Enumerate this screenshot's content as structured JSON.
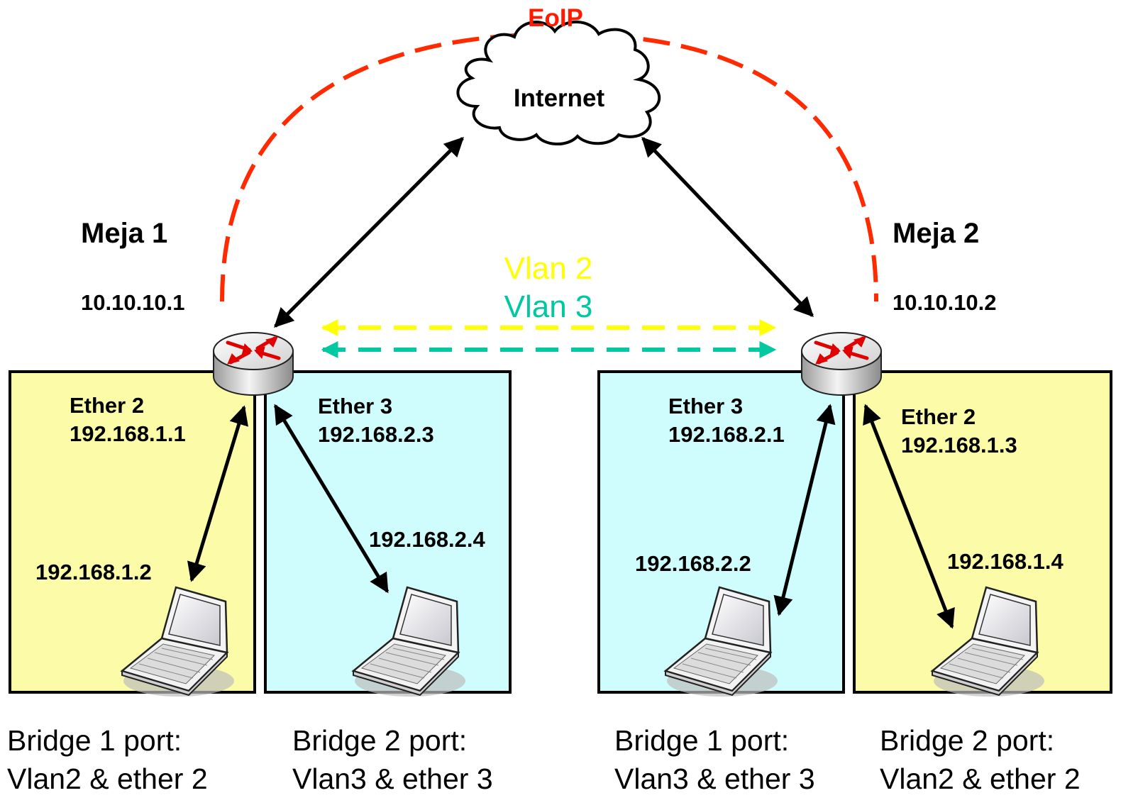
{
  "eoip": {
    "label": "EoIP",
    "color": "#ff2a00"
  },
  "internet": {
    "label": "Internet"
  },
  "meja1": {
    "title": "Meja 1",
    "ip": "10.10.10.1"
  },
  "meja2": {
    "title": "Meja 2",
    "ip": "10.10.10.2"
  },
  "vlans": [
    {
      "label": "Vlan 2",
      "color": "#ffff00"
    },
    {
      "label": "Vlan 3",
      "color": "#00c8a0"
    }
  ],
  "zones": [
    {
      "color": "#fcfca8",
      "iface": "Ether 2",
      "iface_ip": "192.168.1.1",
      "client_ip": "192.168.1.2",
      "bridge": "Bridge 1 port:",
      "ports": "Vlan2 & ether 2"
    },
    {
      "color": "#cffcfc",
      "iface": "Ether 3",
      "iface_ip": "192.168.2.3",
      "client_ip": "192.168.2.4",
      "bridge": "Bridge 2 port:",
      "ports": "Vlan3 & ether 3"
    },
    {
      "color": "#cffcfc",
      "iface": "Ether 3",
      "iface_ip": "192.168.2.1",
      "client_ip": "192.168.2.2",
      "bridge": "Bridge 1 port:",
      "ports": "Vlan3 & ether 3"
    },
    {
      "color": "#fcfca8",
      "iface": "Ether 2",
      "iface_ip": "192.168.1.3",
      "client_ip": "192.168.1.4",
      "bridge": "Bridge 2 port:",
      "ports": "Vlan2 & ether 2"
    }
  ],
  "icons": {
    "router": "router-icon",
    "laptop": "laptop-icon",
    "cloud": "cloud-icon"
  }
}
